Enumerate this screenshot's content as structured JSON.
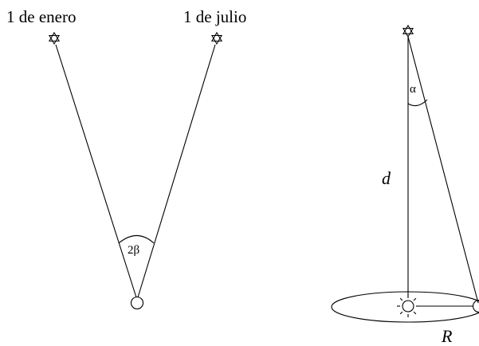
{
  "left_diagram": {
    "label_january": "1 de enero",
    "label_july": "1 de julio",
    "angle_label": "2β",
    "star_icon": "star-outline-icon",
    "earth_icon": "circle-icon"
  },
  "right_diagram": {
    "angle_label": "α",
    "distance_label": "d",
    "radius_label": "R",
    "star_icon": "star-outline-icon",
    "sun_icon": "sun-icon",
    "earth_icon": "circle-icon"
  }
}
